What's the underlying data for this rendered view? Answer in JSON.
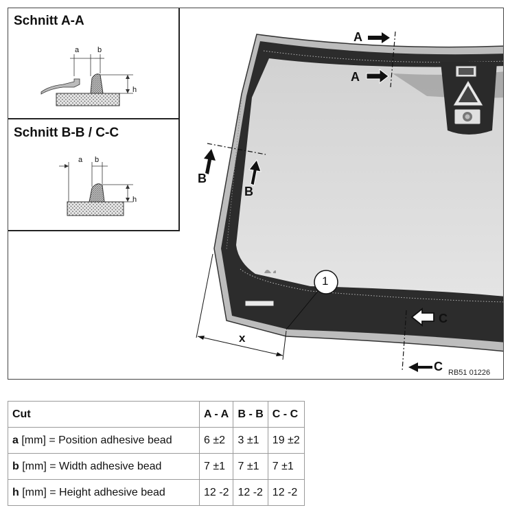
{
  "section_aa": {
    "title": "Schnitt A-A",
    "dim_a": "a",
    "dim_b": "b",
    "dim_h": "h"
  },
  "section_bb": {
    "title": "Schnitt B-B / C-C",
    "dim_a": "a",
    "dim_b": "b",
    "dim_h": "h"
  },
  "callouts": {
    "a_top": "A",
    "a_inner": "A",
    "b_outer": "B",
    "b_inner": "B",
    "c_inner": "C",
    "c_outer": "C",
    "item_number": "1",
    "dimension_x": "x"
  },
  "figure_code": "RB51 01226",
  "table": {
    "header": [
      "Cut",
      "A - A",
      "B - B",
      "C - C"
    ],
    "rows": [
      {
        "symbol": "a",
        "desc": " [mm] = Position adhesive bead",
        "values": [
          "6 ±2",
          "3 ±1",
          "19 ±2"
        ]
      },
      {
        "symbol": "b",
        "desc": " [mm] = Width adhesive bead",
        "values": [
          "7 ±1",
          "7 ±1",
          "7 ±1"
        ]
      },
      {
        "symbol": "h",
        "desc": " [mm] = Height adhesive bead",
        "values": [
          "12 -2",
          "12 -2",
          "12 -2"
        ]
      }
    ]
  }
}
